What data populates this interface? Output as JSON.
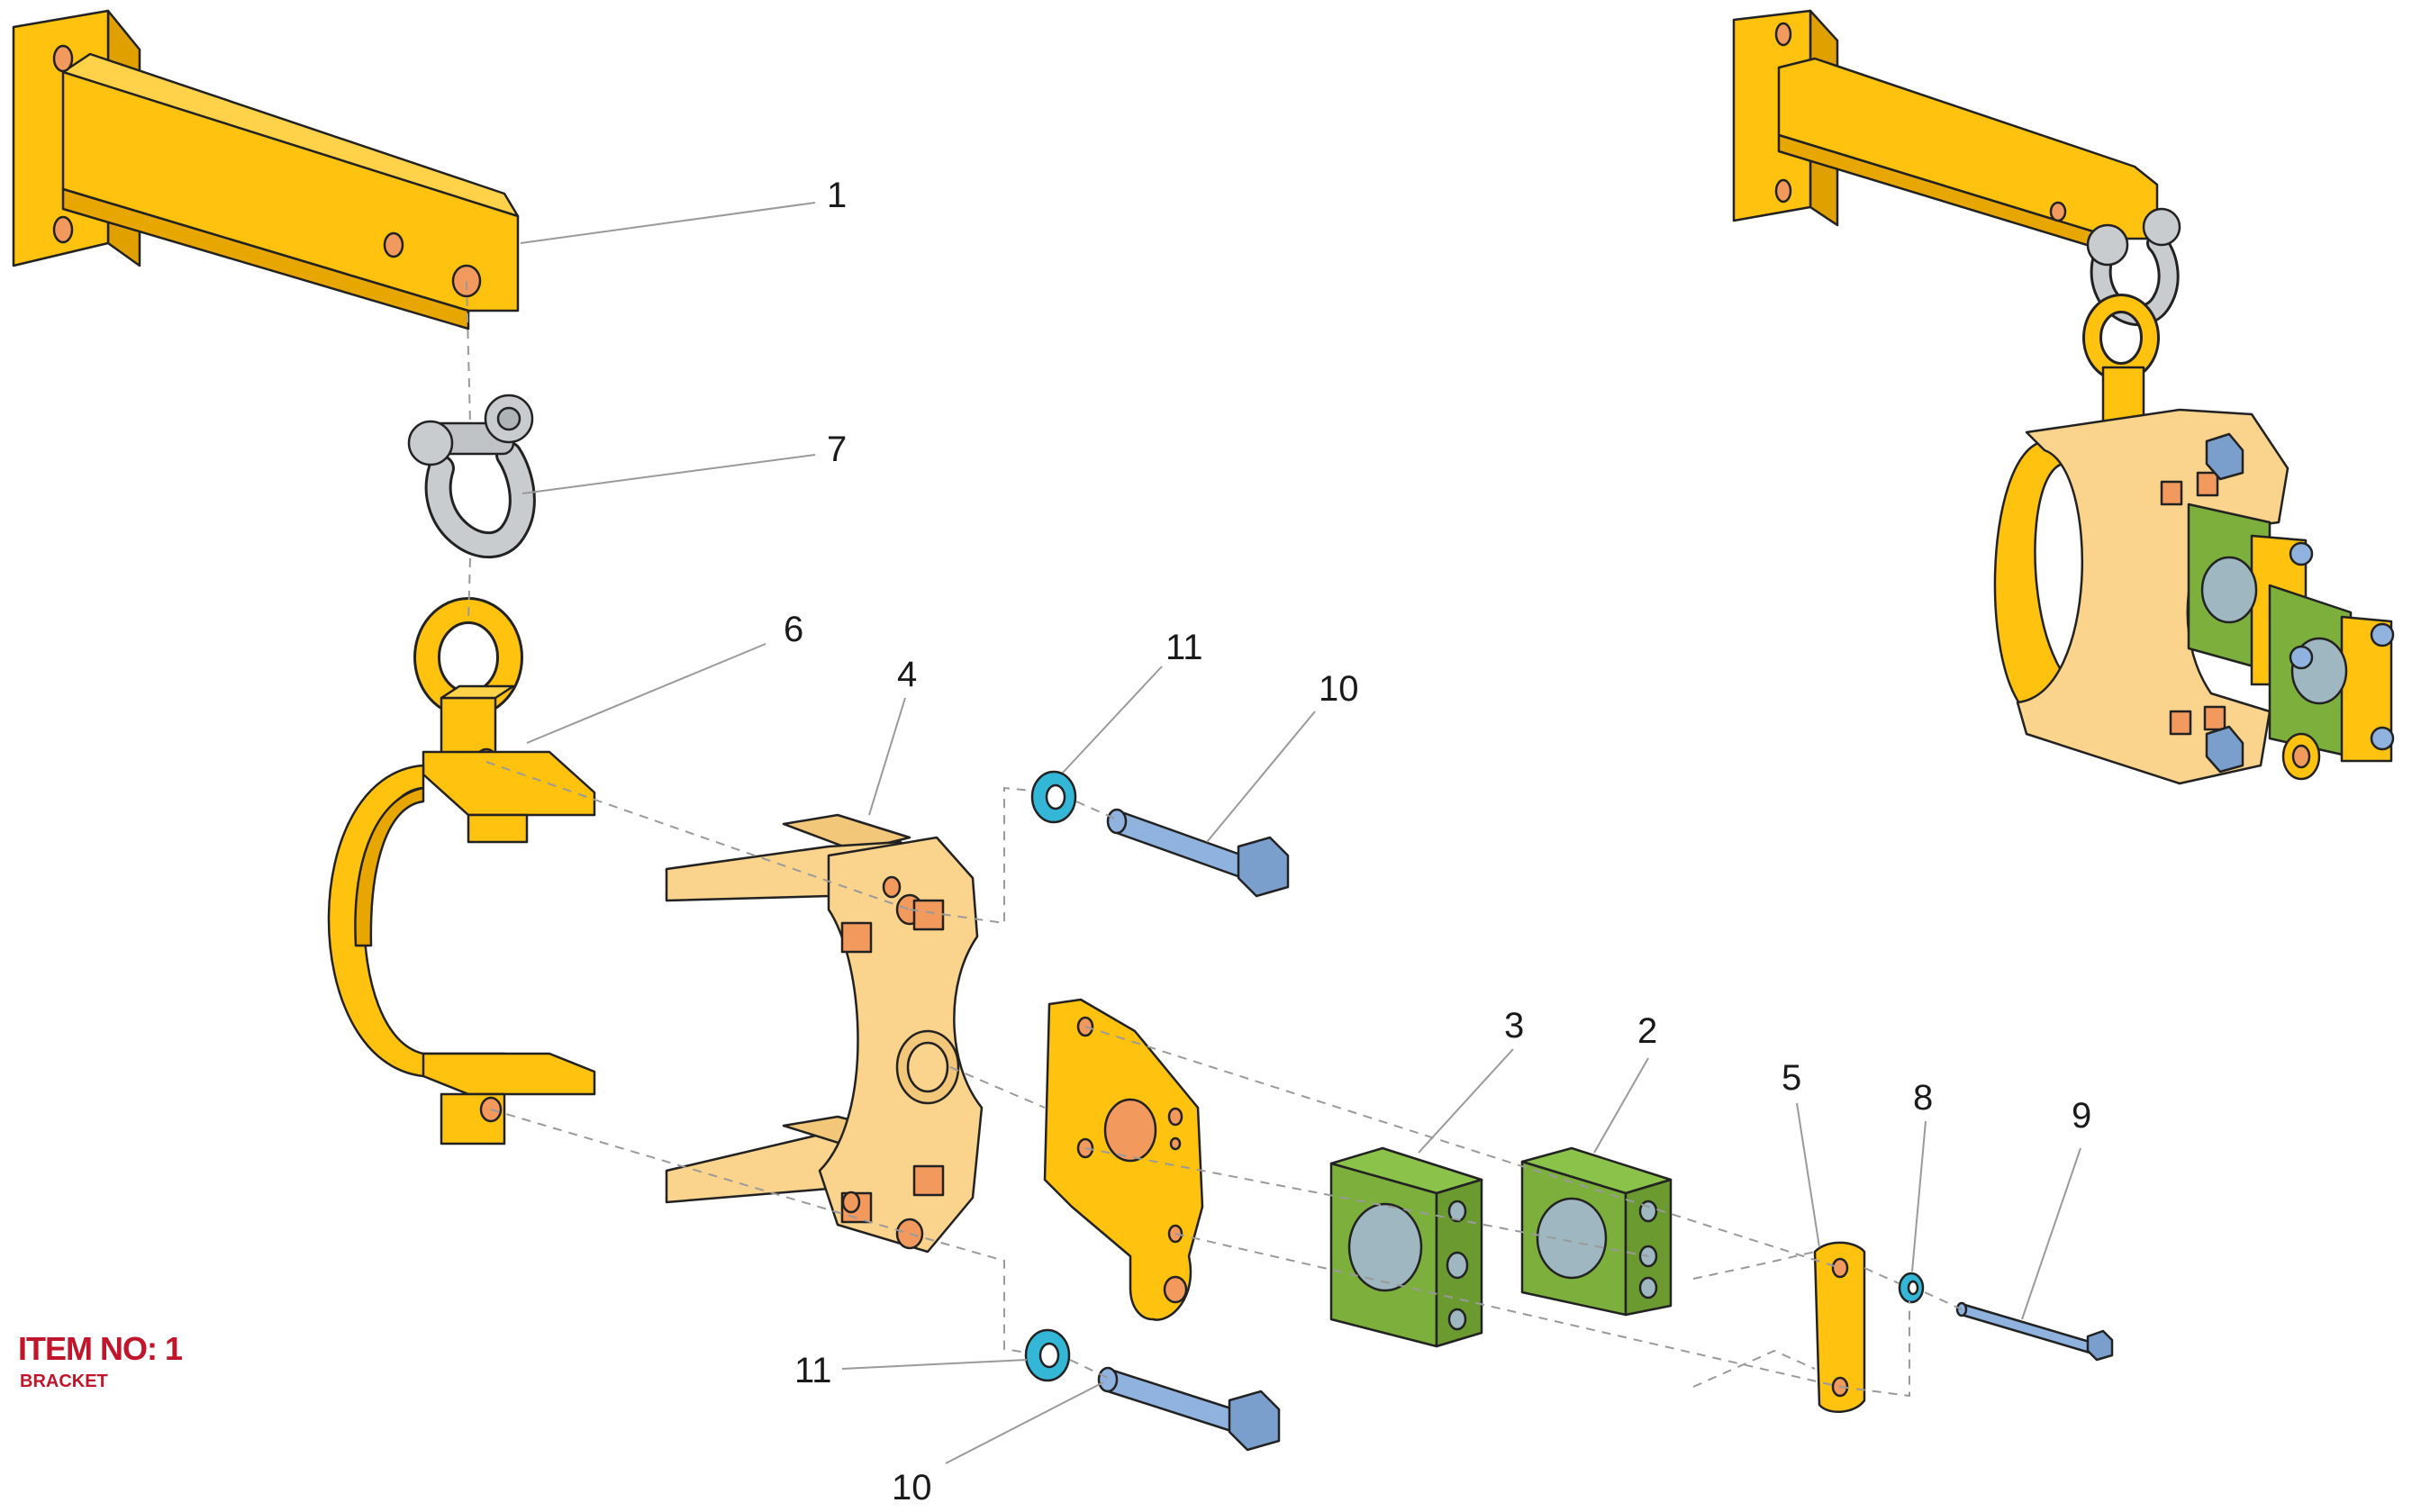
{
  "item": {
    "title": "ITEM NO: 1",
    "subtitle": "BRACKET"
  },
  "callouts": [
    "1",
    "7",
    "6",
    "4",
    "11",
    "10",
    "3",
    "2",
    "5",
    "8",
    "9",
    "11",
    "10"
  ],
  "colors": {
    "bracket_yellow": "#FFC20E",
    "frame_tan": "#FAD38C",
    "block_green": "#7CAF3C",
    "bolt_blue": "#8FB3DE",
    "washer_teal": "#34B6D6",
    "shackle_grey": "#C8CCCF",
    "hole_orange": "#F29A5E",
    "label_red": "#C0152A"
  }
}
